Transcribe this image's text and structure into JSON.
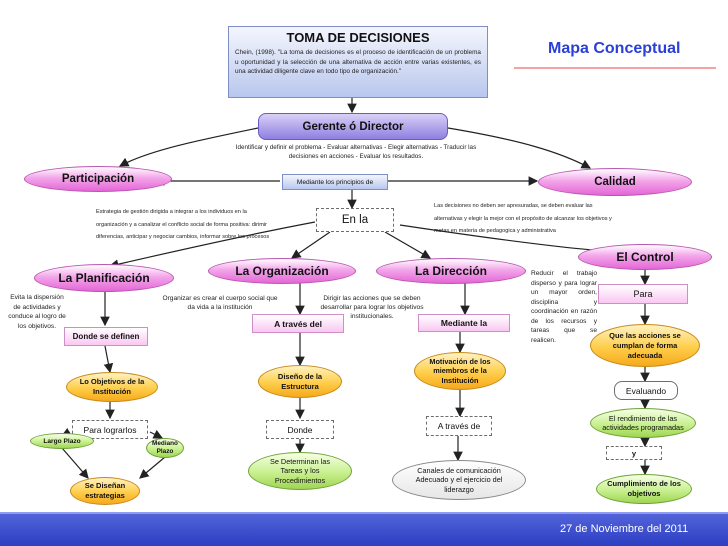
{
  "header": {
    "side_title": "Mapa Conceptual",
    "main_title": "TOMA DE DECISIONES",
    "quote": "Chein, (1998). \"La toma de decisiones es el proceso de identificación de un problema u oportunidad y la selección de una alternativa de acción entre varias existentes, es una actividad diligente clave en todo tipo de organización.\""
  },
  "nodes": {
    "gerente": "Gerente ó Director",
    "identificar": "Identificar y definir el problema - Evaluar alternativas - Elegir alternativas - Traducir las decisiones en acciones - Evaluar los resultados.",
    "participacion": "Participación",
    "principios": "Mediante los principios de",
    "calidad": "Calidad",
    "estrategia": "Estrategia de gestión dirigida a integrar a los individuos en la organización y a canalizar el conflicto social de forma positiva: dirimir diferencias, anticipar y negociar cambios, informar sobre los procesos",
    "en_la": "En la",
    "no_deben": "Las decisiones no deben ser apresuradas, se deben evaluar las alternativas y elegir la mejor con el propósito de alcanzar los objetivos y metas en materia de pedagogica y administrativa",
    "planificacion": "La Planificación",
    "organizacion": "La Organización",
    "direccion": "La Dirección",
    "control": "El Control",
    "evita": "Evita la dispersión de actividades y conduce al logro de los objetivos.",
    "organizar": "Organizar es crear el cuerpo social que da vida a la institución",
    "dirigir": "Dirigir las acciones que se deben desarrollar para lograr los objetivos institucionales.",
    "reducir": "Reducir el trabajo disperso y para lograr un mayor orden, disciplina y coordinación en razón de los recursos y tareas que se realicen.",
    "para": "Para",
    "a_traves_del": "A través del",
    "mediante_la": "Mediante la",
    "donde_definen": "Donde se definen",
    "que_las": "Que las acciones se cumplan de forma adecuada",
    "motivacion": "Motivación de los miembros de la Institución",
    "diseno": "Diseño de la Estructura",
    "objetivos": "Lo Objetivos de la Institución",
    "evaluando": "Evaluando",
    "para_lograrlos": "Para lograrlos",
    "donde": "Donde",
    "a_traves_de": "A través de",
    "rendimiento": "El rendimiento de las actividades programadas",
    "largo": "Largo Plazo",
    "mediano": "Mediano Plazo",
    "y": "y",
    "determinan": "Se Determinan las Tareas y los Procedimientos",
    "canales": "Canales de comunicación Adecuado y el ejercicio del liderazgo",
    "disenan": "Se Diseñan estrategias",
    "cumplimiento": "Cumplimiento de los objetivos"
  },
  "footer": {
    "date": "27 de Noviembre del 2011"
  },
  "colors": {
    "side_title": "#2b3fd6",
    "footer_bar": "#3b4fd0",
    "title_box": "#a9b8ee",
    "orange": "#ffc93a",
    "pink": "#f08de3",
    "purple": "#8b7be0",
    "green": "#b6e67a"
  }
}
